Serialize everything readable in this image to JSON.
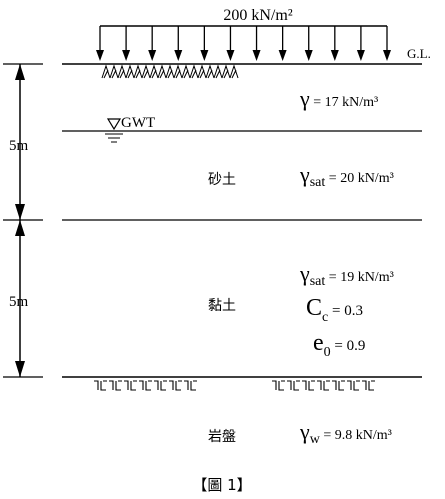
{
  "surface_load": "200 kN/m²",
  "ground_level": "G.L.",
  "water_table": "GWT",
  "dimensions": {
    "upper": "5m",
    "lower": "5m"
  },
  "layers": {
    "top": {
      "gamma": {
        "symbol": "γ",
        "value": " = 17 kN/m³"
      }
    },
    "sand": {
      "name": "砂土",
      "gamma_sat": {
        "symbol": "γ",
        "sub": "sat",
        "value": " = 20 kN/m³"
      }
    },
    "clay": {
      "name": "黏土",
      "gamma_sat": {
        "symbol": "γ",
        "sub": "sat",
        "value": " = 19 kN/m³"
      },
      "cc": {
        "symbol": "C",
        "sub": "c",
        "value": " = 0.3"
      },
      "e0": {
        "symbol": "e",
        "sub": "0",
        "value": " = 0.9"
      }
    },
    "rock": {
      "name": "岩盤",
      "gamma_w": {
        "symbol": "γ",
        "sub": "w",
        "value": " = 9.8 kN/m³"
      }
    }
  },
  "caption": "【圖 1】"
}
